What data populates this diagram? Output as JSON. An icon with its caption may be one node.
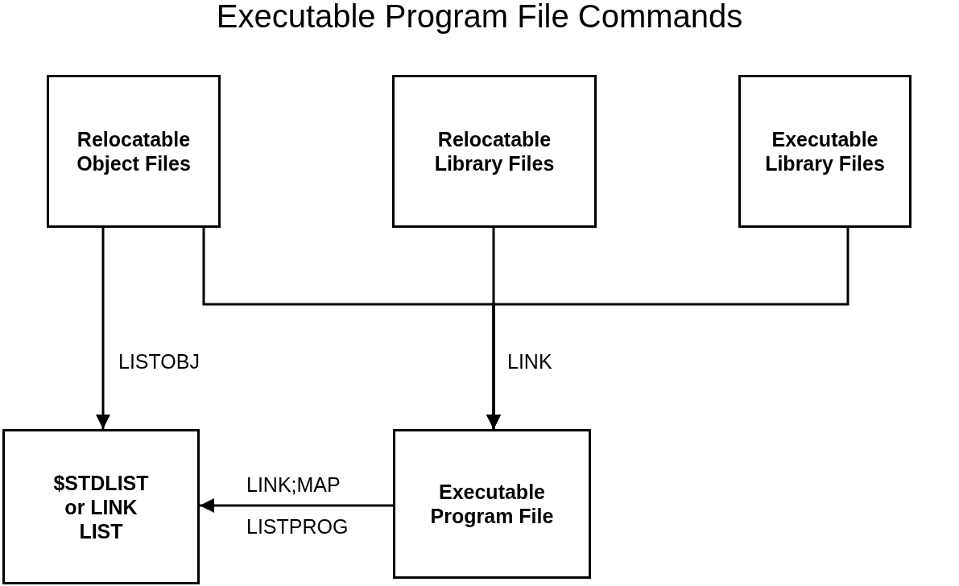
{
  "diagram": {
    "title": "Executable Program File Commands",
    "nodes": [
      {
        "text": [
          "Relocatable Object Files"
        ]
      },
      {
        "text": [
          "Relocatable Library Files"
        ]
      },
      {
        "text": [
          "Executable Library Files"
        ]
      },
      {
        "text": [
          "$STDLIST or LINK LIST"
        ]
      },
      {
        "text": [
          "Executable Program File"
        ]
      }
    ],
    "edges": [
      {
        "from": 0,
        "to": 3,
        "arrow": "to",
        "label": "LISTOBJ"
      },
      {
        "from": 0,
        "to": 4,
        "arrow": "to"
      },
      {
        "from": 1,
        "to": 4,
        "arrow": "to",
        "label": "LINK"
      },
      {
        "from": 2,
        "to": 4,
        "arrow": "to"
      },
      {
        "from": 4,
        "to": 3,
        "arrow": "to",
        "label": "LINK;MAP"
      }
    ],
    "labels": [
      "LISTPROG"
    ]
  }
}
